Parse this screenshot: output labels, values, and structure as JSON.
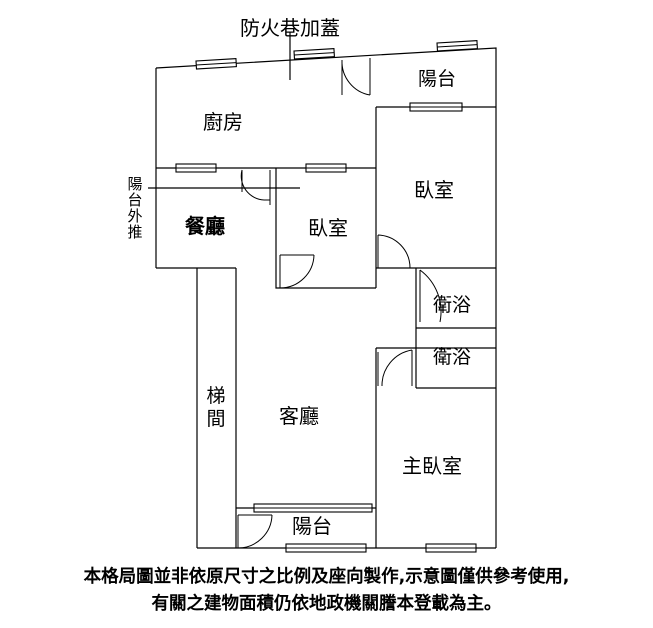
{
  "title": "防火巷加蓋",
  "rooms": {
    "kitchen": "廚房",
    "dining": "餐廳",
    "bedroom_small": "臥室",
    "bedroom_right": "臥室",
    "bath_1": "衛浴",
    "bath_2": "衛浴",
    "living": "客廳",
    "master_bedroom": "主臥室",
    "balcony_top": "陽台",
    "balcony_bottom": "陽台",
    "stairs": "梯間",
    "balcony_push_out": "陽台外推"
  },
  "disclaimer": {
    "line1": "本格局圖並非依原尺寸之比例及座向製作,示意圖僅供參考使用,",
    "line2": "有關之建物面積仍依地政機關謄本登載為主。"
  }
}
